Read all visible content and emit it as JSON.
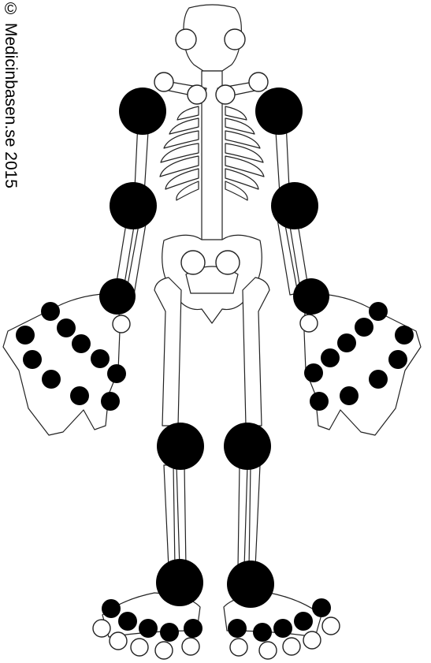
{
  "copyright": "© Medicinbasen.se 2015",
  "colors": {
    "affected": "#000000",
    "unaffected": "#ffffff",
    "outline": "#222222"
  },
  "joints": [
    {
      "name": "jaw-left",
      "state": "unaffected"
    },
    {
      "name": "jaw-right",
      "state": "unaffected"
    },
    {
      "name": "sternoclavicular-left",
      "state": "unaffected"
    },
    {
      "name": "sternoclavicular-right",
      "state": "unaffected"
    },
    {
      "name": "acromioclavicular-left",
      "state": "unaffected"
    },
    {
      "name": "acromioclavicular-right",
      "state": "unaffected"
    },
    {
      "name": "shoulder-left",
      "state": "affected"
    },
    {
      "name": "shoulder-right",
      "state": "affected"
    },
    {
      "name": "elbow-left",
      "state": "affected"
    },
    {
      "name": "elbow-right",
      "state": "affected"
    },
    {
      "name": "hip-left",
      "state": "unaffected"
    },
    {
      "name": "hip-right",
      "state": "unaffected"
    },
    {
      "name": "wrist-left",
      "state": "affected"
    },
    {
      "name": "wrist-right",
      "state": "affected"
    },
    {
      "name": "thumb-base-left",
      "state": "unaffected"
    },
    {
      "name": "thumb-base-right",
      "state": "unaffected"
    },
    {
      "name": "knee-left",
      "state": "affected"
    },
    {
      "name": "knee-right",
      "state": "affected"
    },
    {
      "name": "ankle-left",
      "state": "affected"
    },
    {
      "name": "ankle-right",
      "state": "affected"
    }
  ]
}
